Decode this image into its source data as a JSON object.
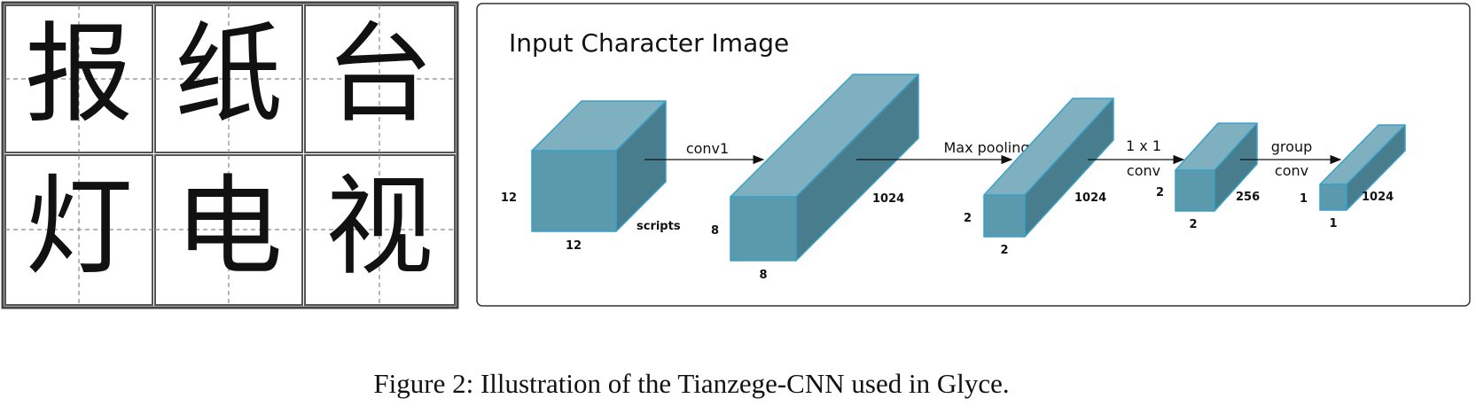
{
  "characters": {
    "row1": [
      "报",
      "纸",
      "台"
    ],
    "row2": [
      "灯",
      "电",
      "视"
    ]
  },
  "diagram": {
    "title": "Input Character Image",
    "colors": {
      "front": "#5b9aad",
      "top": "#7fb0c0",
      "side": "#487d8e",
      "edge": "#3aa0c8"
    },
    "blocks": [
      {
        "height_label": "12",
        "width_label": "12",
        "depth_label": "scripts"
      },
      {
        "height_label": "8",
        "width_label": "8",
        "depth_label": "1024"
      },
      {
        "height_label": "2",
        "width_label": "2",
        "depth_label": "1024"
      },
      {
        "height_label": "2",
        "width_label": "2",
        "depth_label": "256"
      },
      {
        "height_label": "1",
        "width_label": "1",
        "depth_label": "1024"
      }
    ],
    "operations": [
      {
        "line1": "conv1",
        "line2": ""
      },
      {
        "line1": "Max pooling",
        "line2": ""
      },
      {
        "line1": "1 x 1",
        "line2": "conv"
      },
      {
        "line1": "group",
        "line2": "conv"
      }
    ]
  },
  "caption": "Figure 2: Illustration of the Tianzege-CNN used in Glyce."
}
